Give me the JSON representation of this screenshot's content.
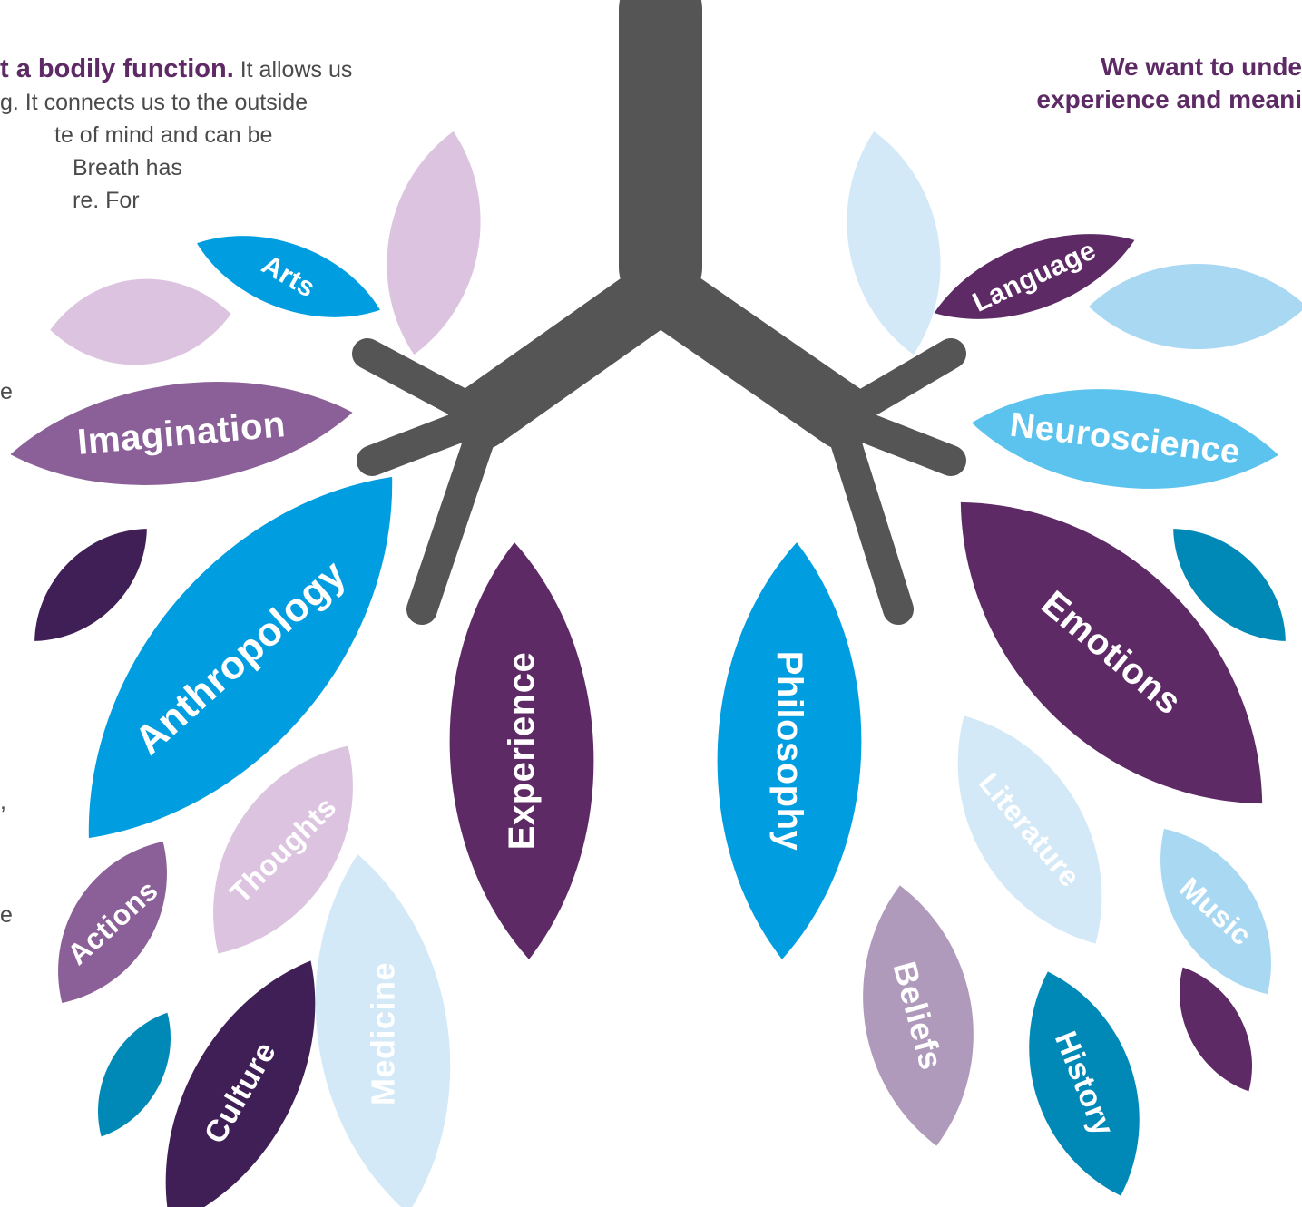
{
  "intro": {
    "lead": "t a bodily function.",
    "lines": [
      " It allows us",
      "g. It connects us to the outside",
      "te of mind and can be",
      "Breath has",
      "re. For"
    ],
    "edge_fragments": [
      "e",
      ",",
      "e"
    ]
  },
  "heading_right": {
    "line1": "We want to unde",
    "line2": "experience and meani"
  },
  "colors": {
    "trachea": "#555555",
    "deep_purple": "#5e2a66",
    "dark_indigo": "#3f1f55",
    "mid_purple": "#8b5f97",
    "mauve": "#b09abb",
    "lilac": "#dcc4e0",
    "bright_blue": "#009ee0",
    "sky_blue": "#5bc3ee",
    "teal": "#0089b7",
    "pale_blue": "#a9d8f3",
    "very_pale_blue": "#d4e9f7"
  },
  "leaves": [
    {
      "label": "Arts",
      "color": "bright_blue"
    },
    {
      "label": "Imagination",
      "color": "mid_purple"
    },
    {
      "label": "Anthropology",
      "color": "bright_blue"
    },
    {
      "label": "Experience",
      "color": "deep_purple"
    },
    {
      "label": "Thoughts",
      "color": "lilac"
    },
    {
      "label": "Actions",
      "color": "mid_purple"
    },
    {
      "label": "Medicine",
      "color": "very_pale_blue"
    },
    {
      "label": "Culture",
      "color": "dark_indigo"
    },
    {
      "label": "Language",
      "color": "deep_purple"
    },
    {
      "label": "Neuroscience",
      "color": "sky_blue"
    },
    {
      "label": "Emotions",
      "color": "deep_purple"
    },
    {
      "label": "Philosophy",
      "color": "bright_blue"
    },
    {
      "label": "Literature",
      "color": "very_pale_blue"
    },
    {
      "label": "Music",
      "color": "pale_blue"
    },
    {
      "label": "Beliefs",
      "color": "mauve"
    },
    {
      "label": "History",
      "color": "teal"
    }
  ]
}
